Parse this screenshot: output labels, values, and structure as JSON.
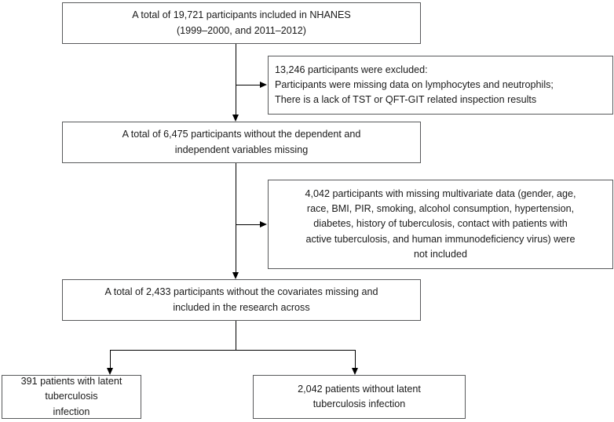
{
  "figure": {
    "type": "flowchart",
    "subject": "NHANES participant selection flow diagram for latent tuberculosis infection study",
    "line_color": "#000000",
    "box_border_color": "#58595b",
    "text_color": "#1a1a1a",
    "background": "#ffffff"
  },
  "nodes": {
    "total_included": {
      "id": "box-1",
      "text": "A total of 19,721 participants included in NHANES\n(1999–2000, and 2011–2012)",
      "count": 19721
    },
    "excluded_missing": {
      "id": "box-2",
      "text": "13,246 participants were excluded:\nParticipants were missing data on lymphocytes and neutrophils;\nThere is a lack of TST or QFT-GIT related inspection results",
      "count": 13246
    },
    "without_variables_missing": {
      "id": "box-3",
      "text": "A total of 6,475 participants without the dependent and\nindependent variables missing",
      "count": 6475
    },
    "excluded_covariates": {
      "id": "box-4",
      "text": "4,042 participants with missing multivariate data (gender, age,\nrace, BMI, PIR, smoking, alcohol consumption, hypertension,\ndiabetes, history of tuberculosis, contact with patients with\nactive tuberculosis, and human immunodeficiency virus) were\nnot included",
      "count": 4042
    },
    "final_cohort": {
      "id": "box-5",
      "text": "A total of 2,433 participants without the covariates missing and\nincluded in the research across",
      "count": 2433
    },
    "ltbi_positive": {
      "id": "box-6",
      "text": "391 patients with latent tuberculosis\ninfection",
      "count": 391
    },
    "ltbi_negative": {
      "id": "box-7",
      "text": "2,042 patients without latent\ntuberculosis infection",
      "count": 2042
    }
  }
}
